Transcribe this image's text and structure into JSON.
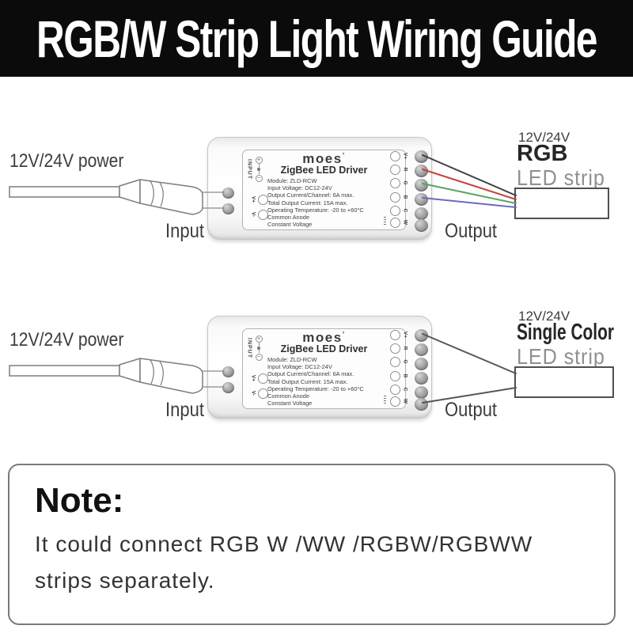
{
  "header": {
    "title": "RGB/W Strip Light Wiring Guide"
  },
  "device": {
    "brand": "moes",
    "brand_mark": "’",
    "model_title": "ZigBee LED Driver",
    "specs": [
      "Module: ZLD-RCW",
      "Input Voltage: DC12-24V",
      "Output Current/Channel: 6A max.",
      "Total Output Current: 15A max.",
      "Operating Temperature: -20 to +60°C",
      "Common Anode",
      "Constant Voltage"
    ],
    "input_label": "INPUT",
    "polarity": {
      "plus": "+",
      "minus": "−"
    },
    "input_terminals": [
      "V+",
      "V-"
    ],
    "output_terminals": [
      "V+",
      "R",
      "G",
      "B",
      "C",
      "W"
    ]
  },
  "diagram_rgb": {
    "power_label": "12V/24V power",
    "input_label": "Input",
    "output_label": "Output",
    "strip": {
      "voltage": "12V/24V",
      "name": "RGB",
      "type": "LED strip"
    },
    "wires": [
      {
        "terminal": "V+",
        "color": "#3f3f3f"
      },
      {
        "terminal": "R",
        "color": "#c2443c"
      },
      {
        "terminal": "G",
        "color": "#53a563"
      },
      {
        "terminal": "B",
        "color": "#6a6ac2"
      }
    ]
  },
  "diagram_single": {
    "power_label": "12V/24V power",
    "input_label": "Input",
    "output_label": "Output",
    "strip": {
      "voltage": "12V/24V",
      "name": "Single Color",
      "type": "LED strip"
    },
    "wires": [
      {
        "terminal": "V+",
        "color": "#565656"
      },
      {
        "terminal": "W",
        "color": "#565656"
      }
    ]
  },
  "note": {
    "heading": "Note:",
    "lines": [
      "It could connect RGB W /WW /RGBW/RGBWW",
      "strips separately."
    ]
  }
}
